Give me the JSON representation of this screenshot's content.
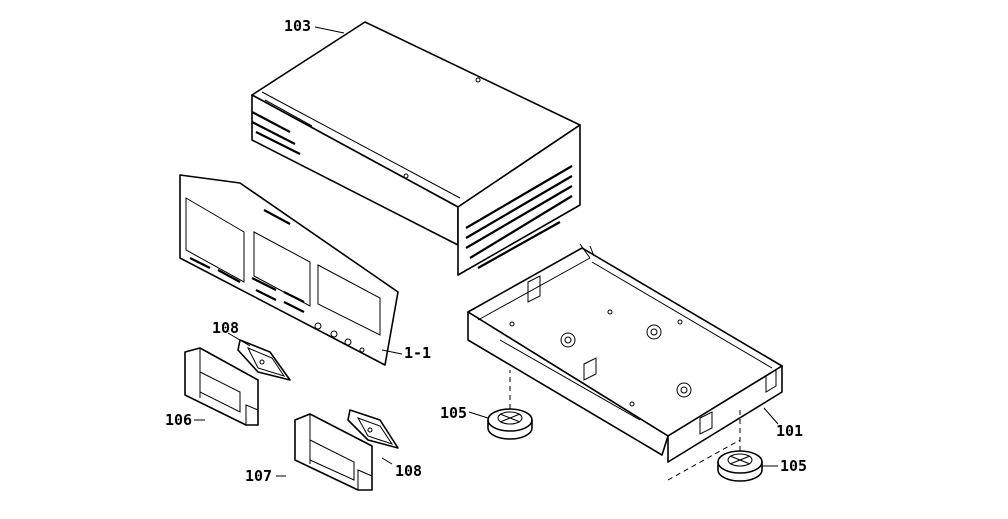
{
  "labels": {
    "cover": "103",
    "front_panel": "1-1",
    "bracket_top_left": "108",
    "bracket_left": "106",
    "bracket_bottom": "107",
    "bracket_bottom_right": "108",
    "foot_left": "105",
    "chassis": "101",
    "foot_right": "105"
  },
  "colors": {
    "ink": "#000000",
    "paper": "#ffffff"
  }
}
